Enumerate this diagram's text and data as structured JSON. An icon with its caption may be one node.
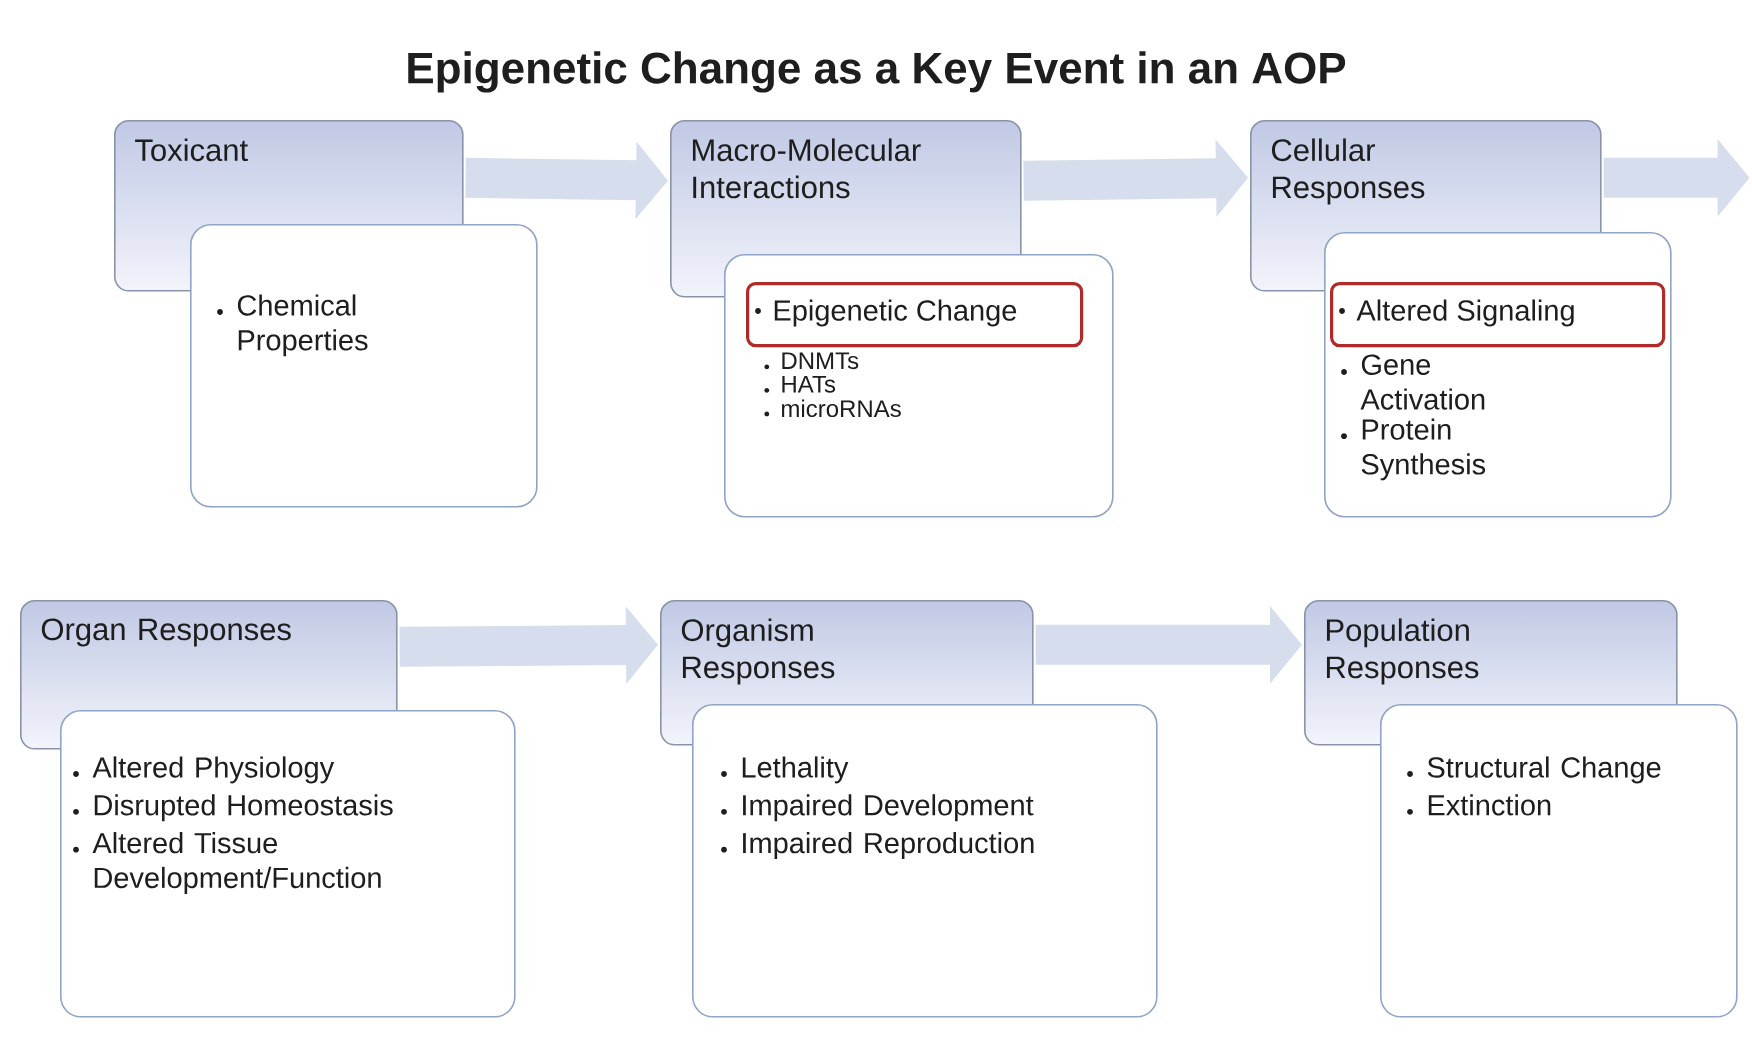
{
  "diagram": {
    "title": "Epigenetic Change as a Key Event in an AOP",
    "nodes": [
      {
        "text": [
          "Toxicant"
        ]
      },
      {
        "text": [
          "Chemical Properties"
        ]
      },
      {
        "text": [
          "Macro-Molecular Interactions"
        ]
      },
      {
        "text": [
          "DNMTs",
          "HATs",
          "microRNAs"
        ]
      },
      {
        "text": [
          "Epigenetic Change"
        ],
        "in": 3
      },
      {
        "text": [
          "Cellular Responses"
        ]
      },
      {
        "text": [
          "Gene Activation",
          "Protein Synthesis"
        ]
      },
      {
        "text": [
          "Altered Signaling"
        ],
        "in": 6
      },
      {
        "text": [
          "Organ Responses"
        ]
      },
      {
        "text": [
          "Altered Physiology",
          "Disrupted Homeostasis",
          "Altered Tissue Development/Function"
        ]
      },
      {
        "text": [
          "Organism Responses"
        ]
      },
      {
        "text": [
          "Lethality",
          "Impaired Development",
          "Impaired Reproduction"
        ]
      },
      {
        "text": [
          "Population Responses"
        ]
      },
      {
        "text": [
          "Structural Change",
          "Extinction"
        ]
      }
    ],
    "edges": [
      {
        "from": 0,
        "to": 2,
        "arrow": "to"
      },
      {
        "from": 2,
        "to": 5,
        "arrow": "to"
      },
      {
        "from": 5,
        "to": null,
        "arrow": "to"
      },
      {
        "from": 8,
        "to": 10,
        "arrow": "to"
      },
      {
        "from": 10,
        "to": 12,
        "arrow": "to"
      }
    ]
  }
}
